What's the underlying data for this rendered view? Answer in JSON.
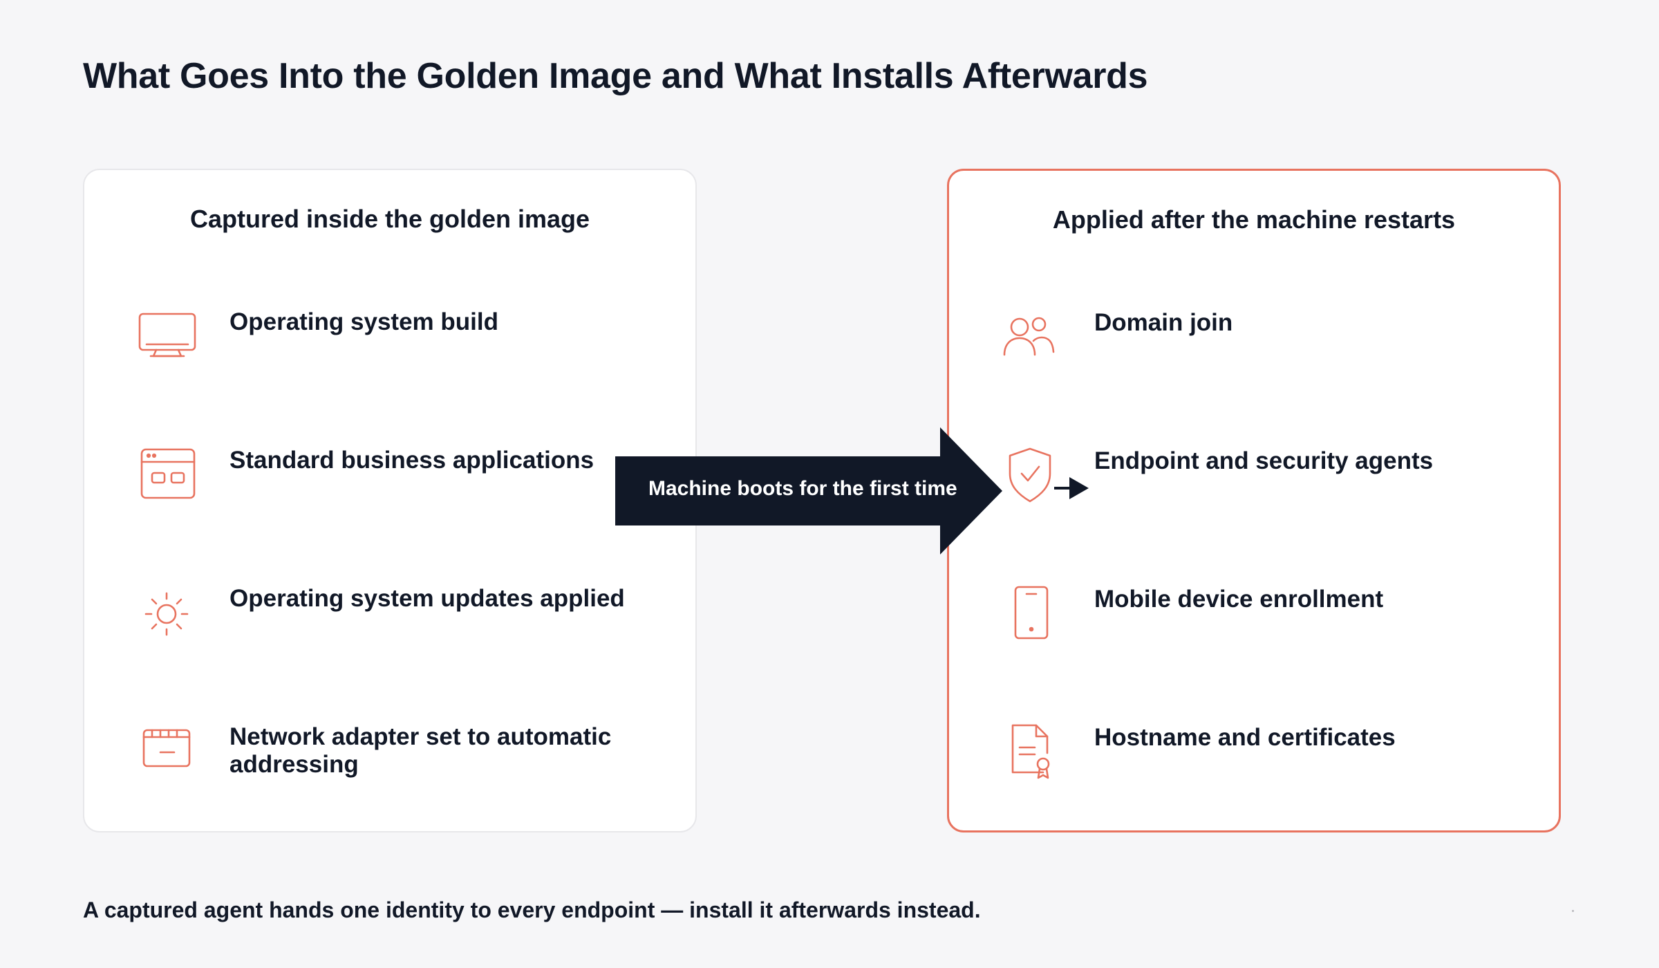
{
  "title": "What Goes Into the Golden Image and What Installs Afterwards",
  "left_panel": {
    "heading": "Captured inside the golden image",
    "items": [
      {
        "label": "Operating system build",
        "icon": "monitor-icon"
      },
      {
        "label": "Standard business applications",
        "icon": "app-window-icon"
      },
      {
        "label": "Operating system updates applied",
        "icon": "sun-icon"
      },
      {
        "label": "Network adapter set to automatic addressing",
        "icon": "network-adapter-icon"
      }
    ]
  },
  "right_panel": {
    "heading": "Applied after the machine restarts",
    "items": [
      {
        "label": "Domain join",
        "icon": "users-icon"
      },
      {
        "label": "Endpoint and security agents",
        "icon": "shield-check-icon"
      },
      {
        "label": "Mobile device enrollment",
        "icon": "smartphone-icon"
      },
      {
        "label": "Hostname and certificates",
        "icon": "certificate-document-icon"
      }
    ]
  },
  "transition": {
    "label": "Machine boots for the first time"
  },
  "footnote": "A captured agent hands one identity to every endpoint — install it afterwards instead.",
  "colors": {
    "accent": "#e8735f",
    "arrow": "#111827",
    "text": "#111827",
    "background": "#f6f6f8",
    "panel": "#ffffff"
  }
}
